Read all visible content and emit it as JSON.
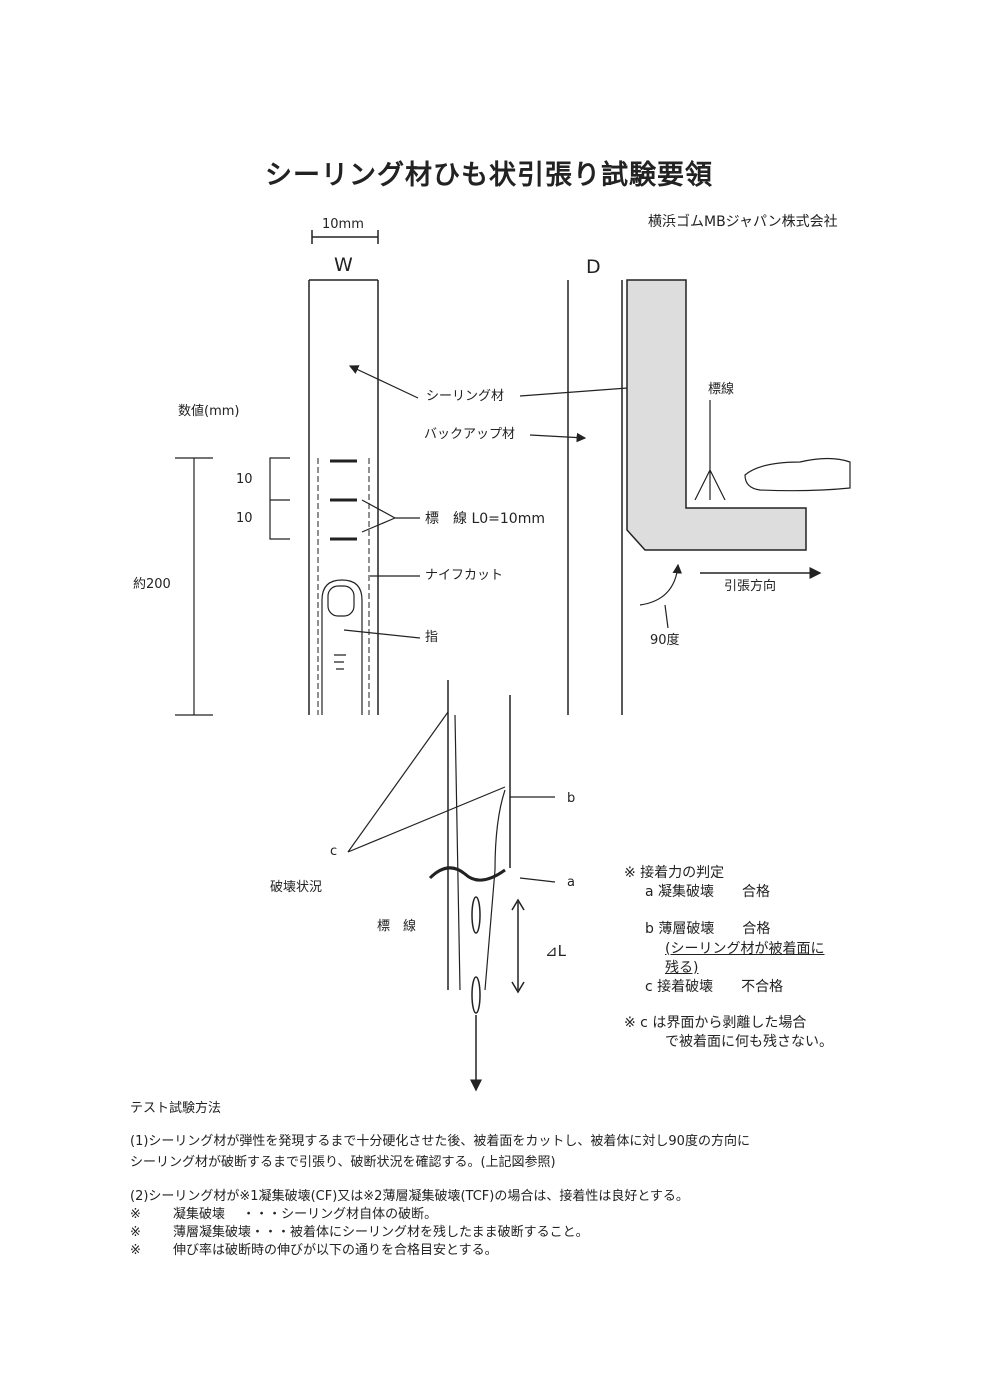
{
  "title": "シーリング材ひも状引張り試験要領",
  "company": "横浜ゴムMBジャパン株式会社",
  "diagram": {
    "width_dim": "10mm",
    "label_w": "W",
    "label_d": "D",
    "sealant": "シーリング材",
    "backup": "バックアップ材",
    "gauge_line_right": "標線",
    "values_mm": "数値(mm)",
    "ten_1": "10",
    "ten_2": "10",
    "gauge_line": "標　線 L0=10mm",
    "knife_cut": "ナイフカット",
    "approx_200": "約200",
    "finger": "指",
    "pull_direction": "引張方向",
    "angle": "90度",
    "b": "b",
    "c": "c",
    "a": "a",
    "failure_state": "破壊状況",
    "gauge_line_lower": "標　線",
    "delta_l": "⊿L"
  },
  "legend": {
    "heading": "※ 接着力の判定",
    "a": "a  凝集破壊　　合格",
    "b": "b  薄層破壊　　合格",
    "b_note1": "(シーリング材が被着面に",
    "b_note2": "残る)",
    "c": "c  接着破壊　　不合格",
    "note1": "※ c  は界面から剥離した場合",
    "note2": "で被着面に何も残さない。"
  },
  "method": {
    "heading": "テスト試験方法",
    "p1_line1": "(1)シーリング材が弾性を発現するまで十分硬化させた後、被着面をカットし、被着体に対し90度の方向に",
    "p1_line2": "シーリング材が破断するまで引張り、破断状況を確認する。(上記図参照)",
    "p2": "(2)シーリング材が※1凝集破壊(CF)又は※2薄層凝集破壊(TCF)の場合は、接着性は良好とする。",
    "notes": [
      {
        "mark": "※",
        "text": "凝集破壊　 ・・・シーリング材自体の破断。"
      },
      {
        "mark": "※",
        "text": "薄層凝集破壊・・・被着体にシーリング材を残したまま破断すること。"
      },
      {
        "mark": "※",
        "text": "伸び率は破断時の伸びが以下の通りを合格目安とする。"
      }
    ]
  }
}
